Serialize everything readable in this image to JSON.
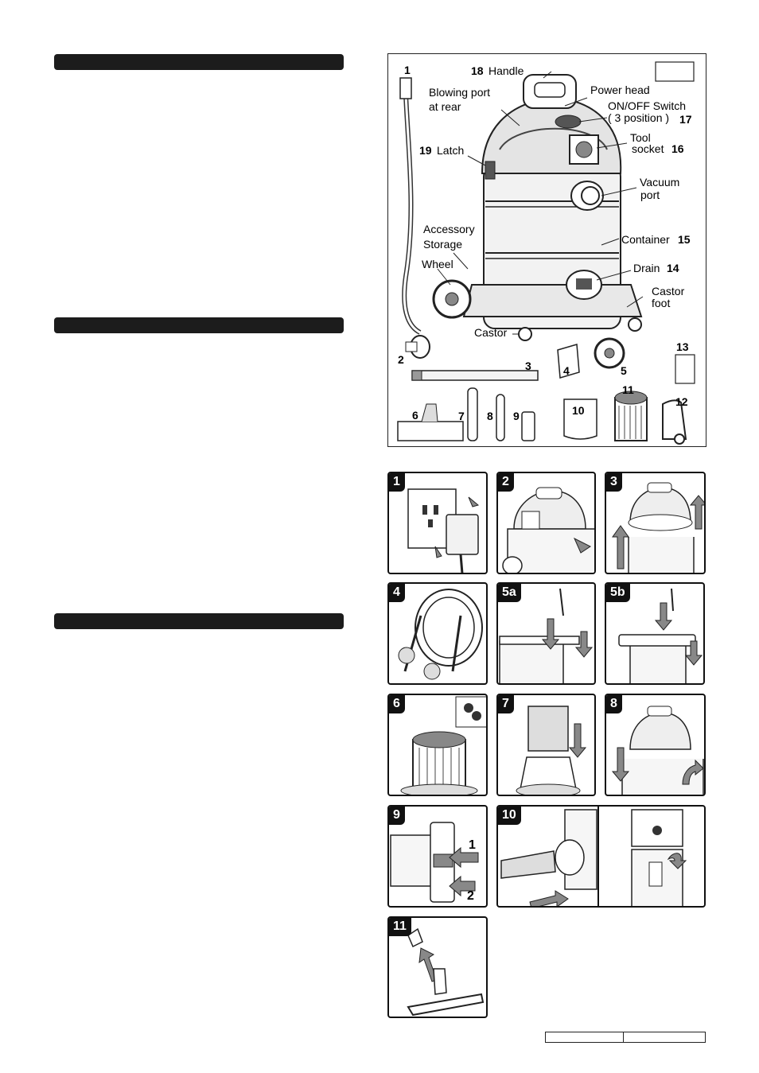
{
  "diagram": {
    "labels": {
      "handle_num": "18",
      "handle": "Handle",
      "blowing_1": "Blowing port",
      "blowing_2": "at rear",
      "power_head": "Power head",
      "switch_1": "ON/OFF Switch",
      "switch_2": "( 3 position )",
      "switch_num": "17",
      "tool_1": "Tool",
      "tool_2": "socket",
      "tool_num": "16",
      "latch_num": "19",
      "latch": "Latch",
      "vac_1": "Vacuum",
      "vac_2": "port",
      "acc_1": "Accessory",
      "acc_2": "Storage",
      "container": "Container",
      "container_num": "15",
      "wheel": "Wheel",
      "drain": "Drain",
      "drain_num": "14",
      "castor_foot_1": "Castor",
      "castor_foot_2": "foot",
      "castor": "Castor"
    },
    "parts": {
      "p1": "1",
      "p2": "2",
      "p3": "3",
      "p4": "4",
      "p5": "5",
      "p6": "6",
      "p7": "7",
      "p8": "8",
      "p9": "9",
      "p10": "10",
      "p11": "11",
      "p12": "12",
      "p13": "13"
    }
  },
  "steps": [
    "1",
    "2",
    "3",
    "4",
    "5a",
    "5b",
    "6",
    "7",
    "8",
    "9",
    "10",
    "11"
  ],
  "step9_marks": {
    "mark1": "1",
    "mark2": "2"
  }
}
